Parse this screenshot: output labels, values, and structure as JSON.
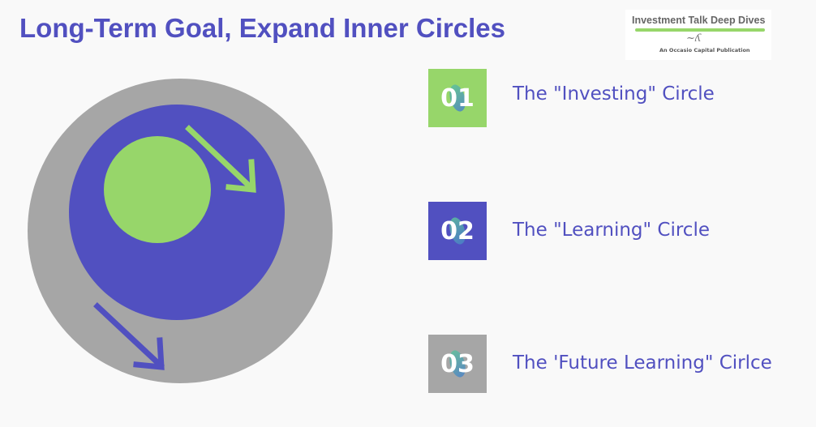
{
  "title": "Long-Term Goal, Expand Inner Circles",
  "logo": {
    "line1": "Investment Talk Deep Dives",
    "line2": "An Occasio Capital Publication"
  },
  "colors": {
    "green": "#97d66a",
    "blue": "#5150c0",
    "gray": "#a6a6a6"
  },
  "items": [
    {
      "number": "01",
      "label": "The \"Investing\" Circle",
      "color": "#97d66a"
    },
    {
      "number": "02",
      "label": "The \"Learning\" Circle",
      "color": "#5150c0"
    },
    {
      "number": "03",
      "label": "The 'Future Learning\" Cirlce",
      "color": "#a6a6a6"
    }
  ]
}
